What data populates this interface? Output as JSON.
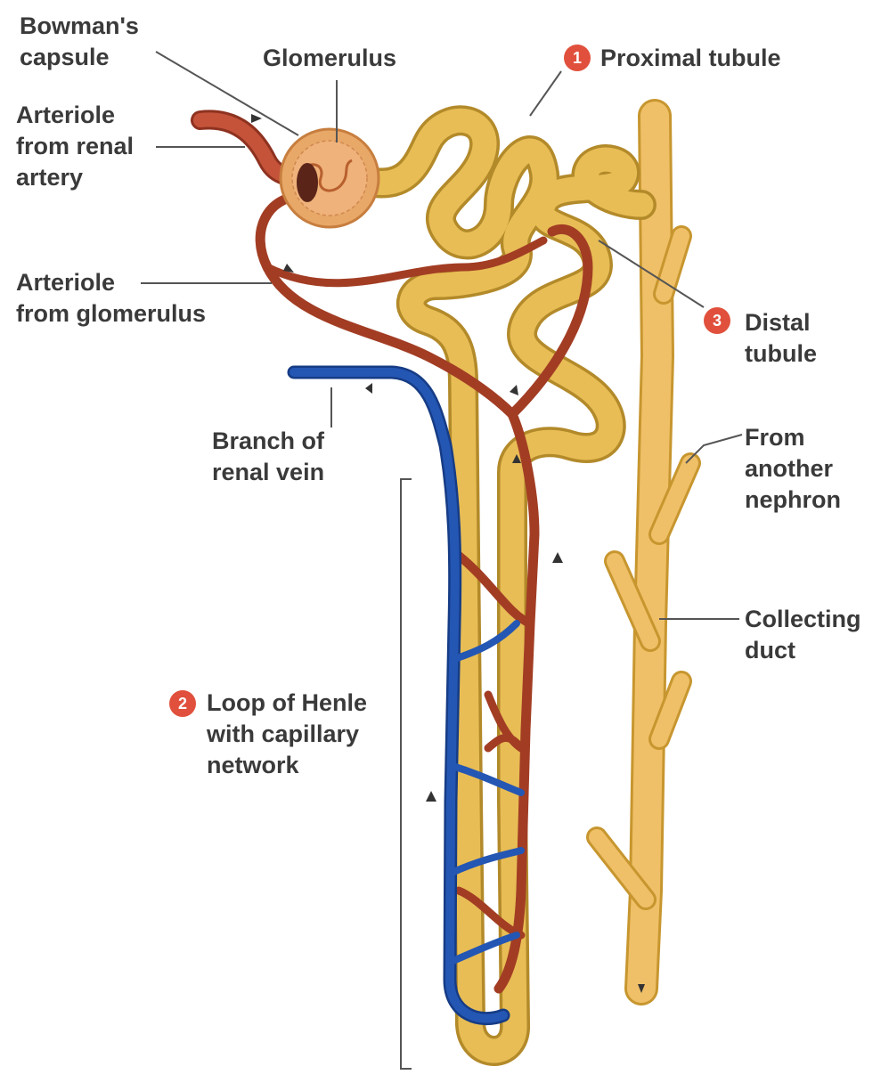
{
  "labels": {
    "bowmans_capsule": "Bowman's\ncapsule",
    "glomerulus": "Glomerulus",
    "proximal_tubule": "Proximal tubule",
    "arteriole_from_renal_artery": "Arteriole\nfrom renal\nartery",
    "arteriole_from_glomerulus": "Arteriole\nfrom glomerulus",
    "distal_tubule": "Distal\ntubule",
    "branch_of_renal_vein": "Branch of\nrenal vein",
    "from_another_nephron": "From\nanother\nnephron",
    "collecting_duct": "Collecting\nduct",
    "loop_of_henle": "Loop of Henle\nwith capillary\nnetwork"
  },
  "badges": {
    "proximal_tubule": "1",
    "loop_of_henle": "2",
    "distal_tubule": "3"
  },
  "colors": {
    "tubule": "#e8bd55",
    "tubule_outline": "#b38a2a",
    "artery": "#b4472a",
    "vein": "#1f4fa8",
    "capsule": "#e8a868",
    "badge": "#e0503c",
    "duct": "#f0c068",
    "leader": "#555555"
  }
}
